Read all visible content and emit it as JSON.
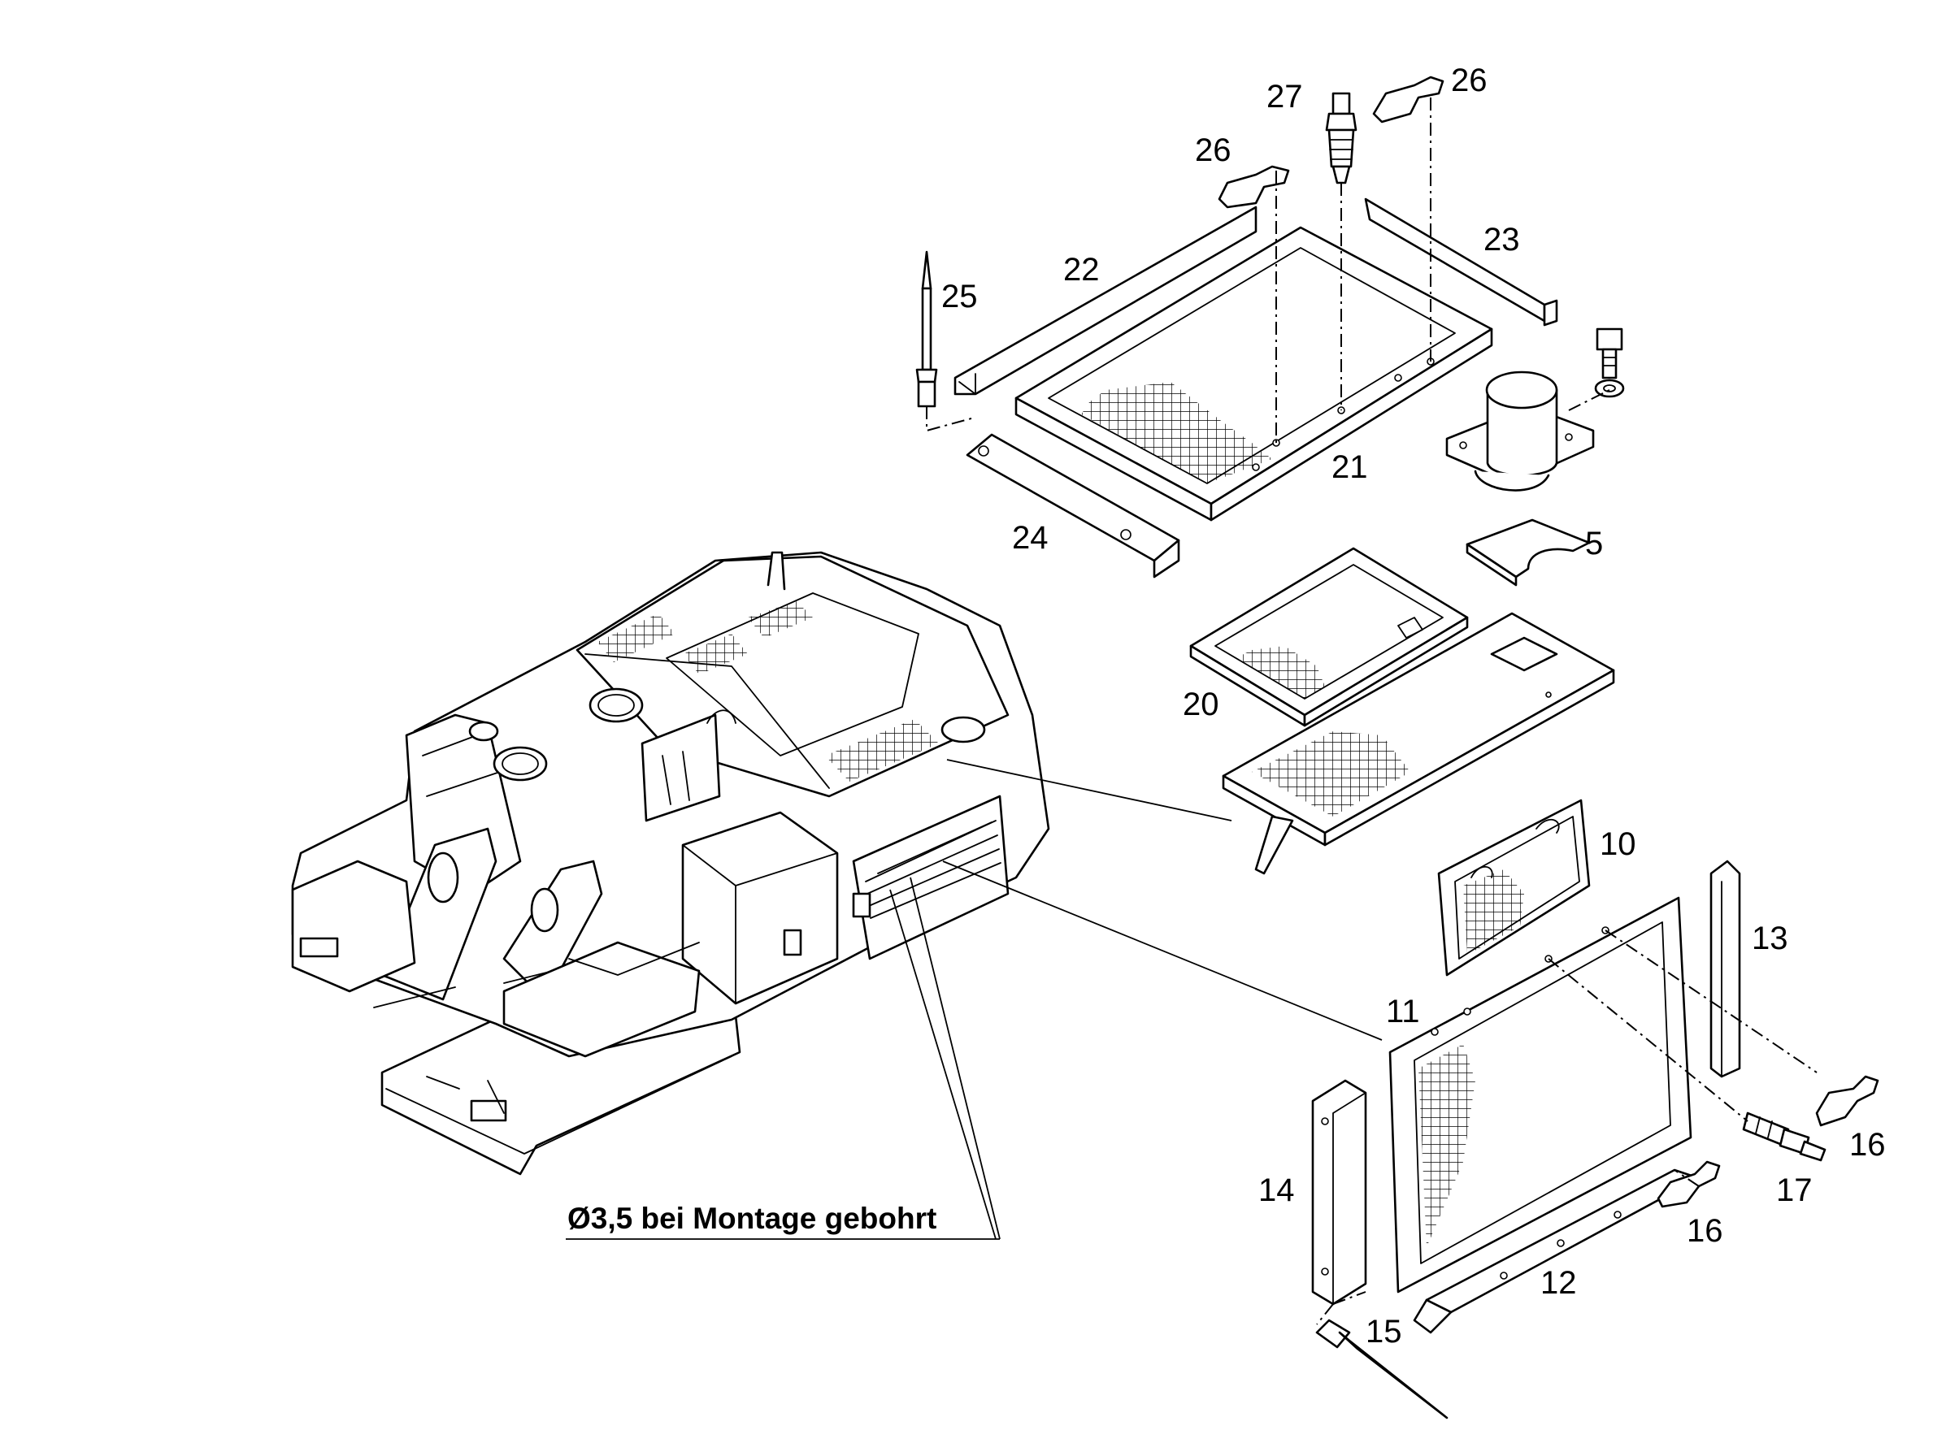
{
  "colors": {
    "line": "#000000",
    "background": "#ffffff"
  },
  "note": "Ø3,5 bei Montage gebohrt",
  "callouts": {
    "p5": "5",
    "p10": "10",
    "p11": "11",
    "p12": "12",
    "p13": "13",
    "p14": "14",
    "p15": "15",
    "p16a": "16",
    "p16b": "16",
    "p17": "17",
    "p20": "20",
    "p21": "21",
    "p22": "22",
    "p23": "23",
    "p24": "24",
    "p25": "25",
    "p26a": "26",
    "p26b": "26",
    "p27": "27"
  }
}
